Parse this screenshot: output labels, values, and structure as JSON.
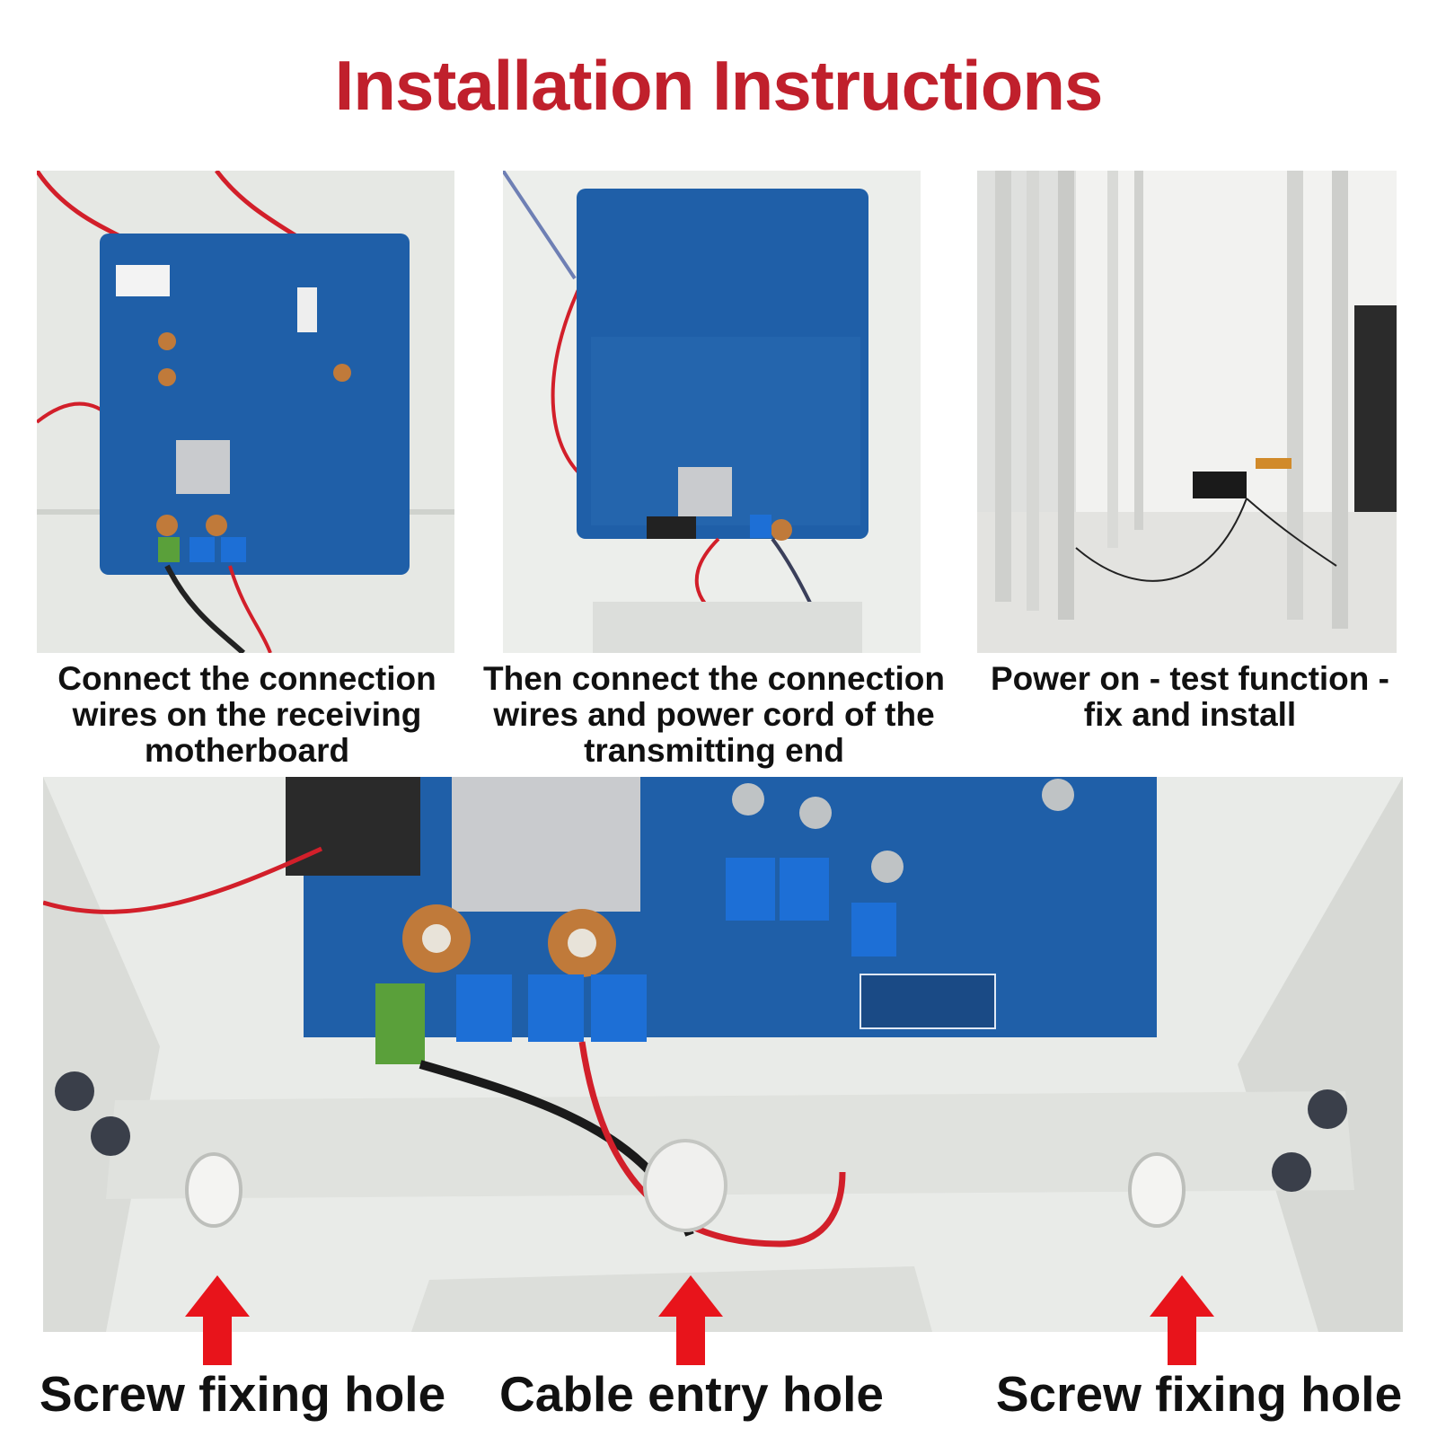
{
  "header": {
    "title": "Installation Instructions"
  },
  "steps": [
    {
      "caption": "Connect the connection wires on the receiving motherboard"
    },
    {
      "caption": "Then connect the connection wires and power cord of the transmitting end"
    },
    {
      "caption": "Power on - test function - fix and install"
    }
  ],
  "callouts": {
    "left_hole": "Screw fixing hole",
    "center_hole": "Cable entry hole",
    "right_hole": "Screw fixing hole"
  },
  "colors": {
    "title_red": "#c0202c",
    "arrow_red": "#e8141b",
    "board_blue": "#1f5fa8"
  }
}
